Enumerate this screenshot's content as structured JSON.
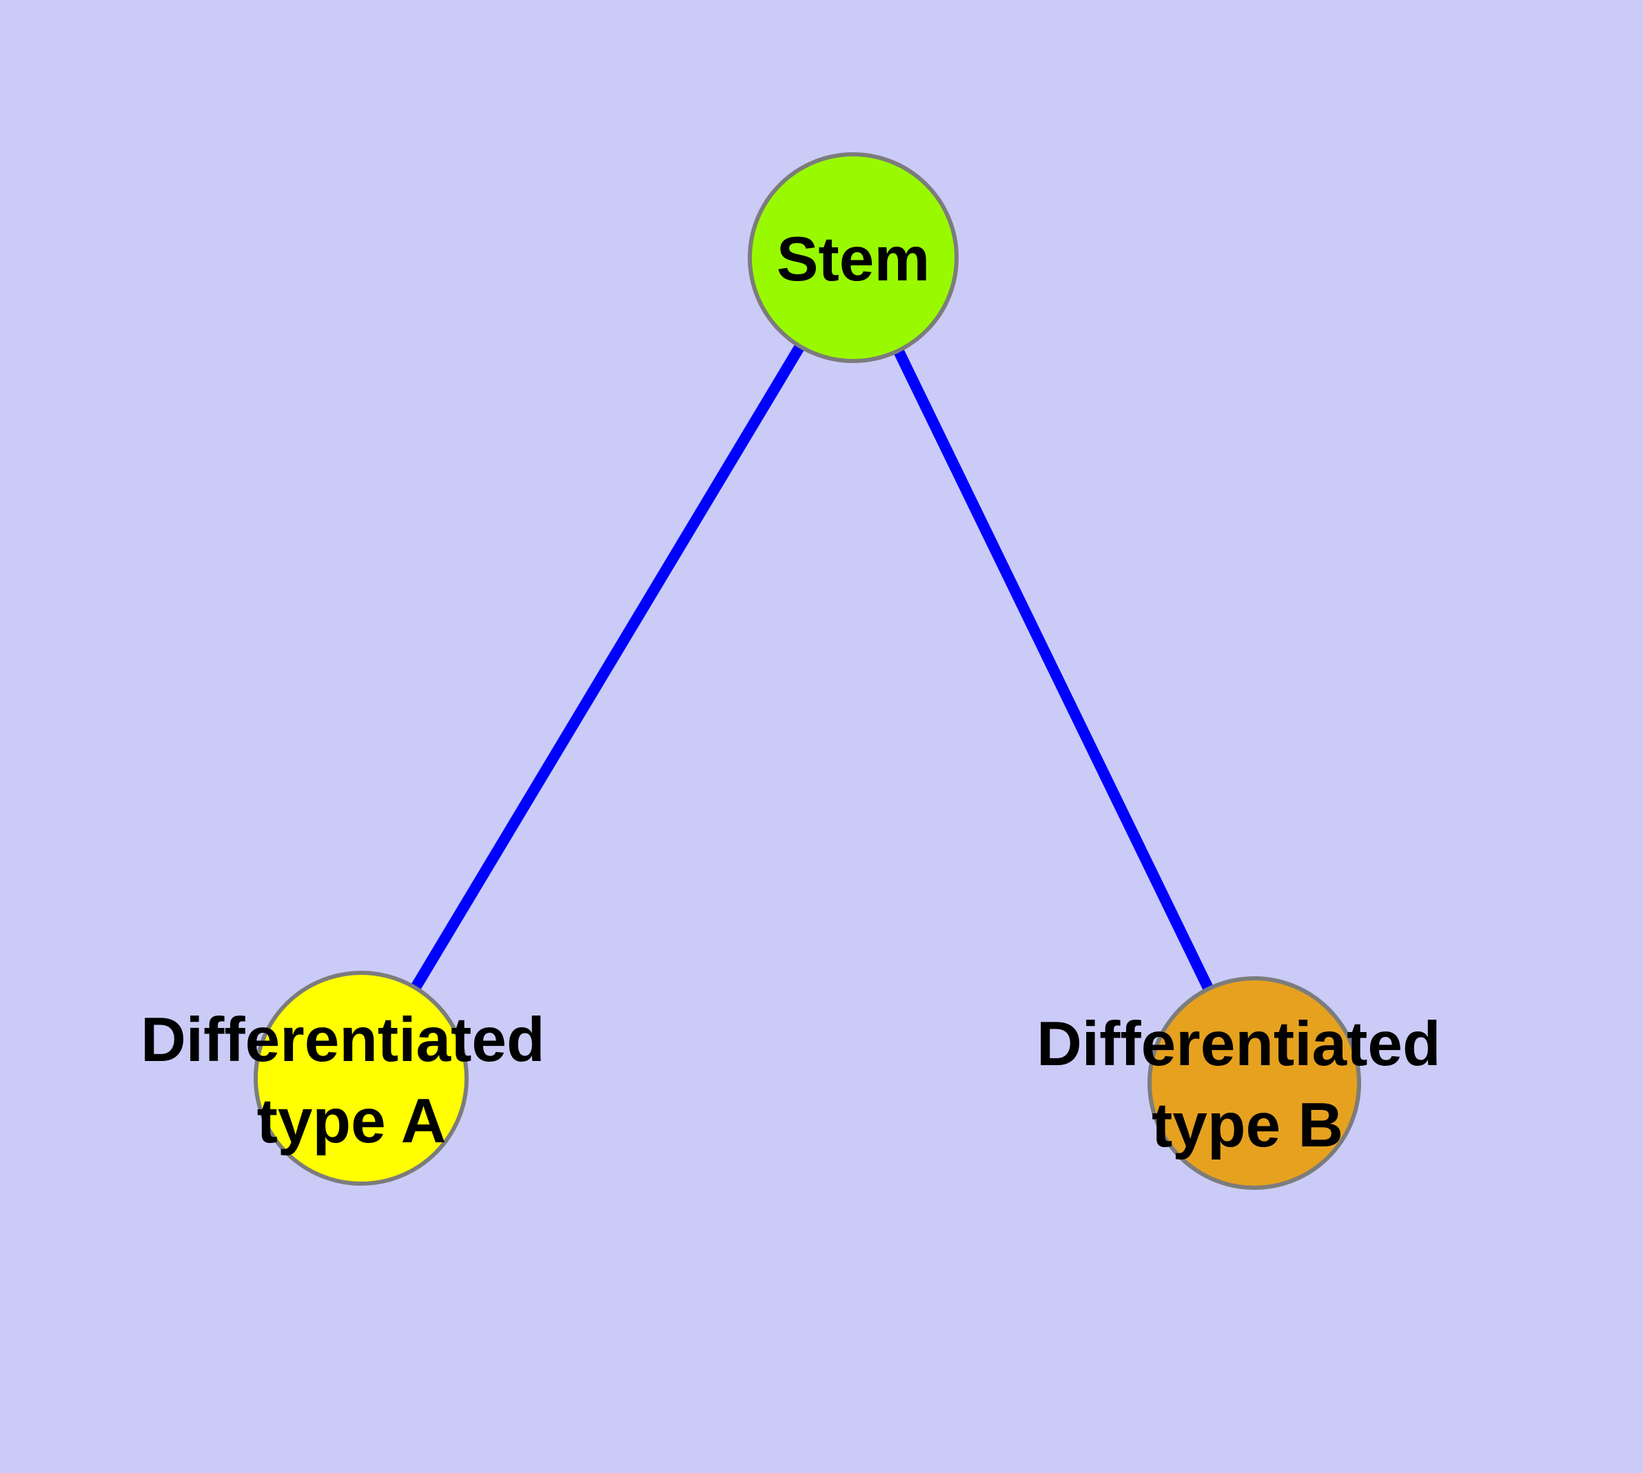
{
  "diagram": {
    "type": "node-link-graph",
    "background_color": "#CBCBF7",
    "edge_color": "#0000FF",
    "node_border_color": "#7C7C7C",
    "label_color": "#000000",
    "nodes": [
      {
        "id": "stem",
        "label": "Stem",
        "label_lines": [
          "Stem"
        ],
        "color": "#99FA00"
      },
      {
        "id": "differentiated-type-a",
        "label": "Differentiated type A",
        "label_lines": [
          "Differentiated",
          "type A"
        ],
        "color": "#FFFF00"
      },
      {
        "id": "differentiated-type-b",
        "label": "Differentiated type B",
        "label_lines": [
          "Differentiated",
          "type B"
        ],
        "color": "#E6A11F"
      }
    ],
    "edges": [
      {
        "from": "Stem",
        "to": "Differentiated type A"
      },
      {
        "from": "Stem",
        "to": "Differentiated type B"
      }
    ]
  }
}
